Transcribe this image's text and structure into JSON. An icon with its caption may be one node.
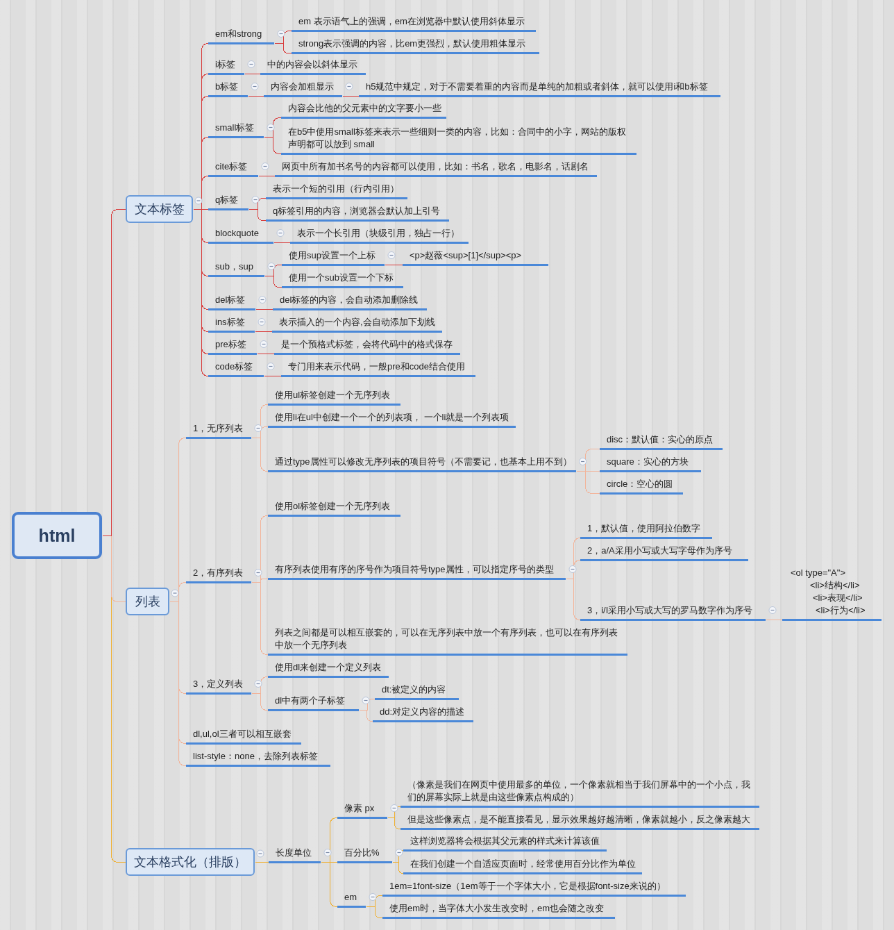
{
  "diagram": {
    "nodes": [
      {
        "text": [
          "html"
        ]
      },
      {
        "text": [
          "文本标签"
        ]
      },
      {
        "text": [
          "em和strong"
        ]
      },
      {
        "text": [
          "em 表示语气上的强调，em在浏览器中默认使用斜体显示"
        ]
      },
      {
        "text": [
          "strong表示强调的内容，比em更强烈，默认使用粗体显示"
        ]
      },
      {
        "text": [
          "i标签"
        ]
      },
      {
        "text": [
          "中的内容会以斜体显示"
        ]
      },
      {
        "text": [
          "b标签"
        ]
      },
      {
        "text": [
          "内容会加粗显示"
        ]
      },
      {
        "text": [
          "h5规范中规定，对于不需要着重的内容而是单纯的加粗或者斜体，就可以使用i和b标签"
        ]
      },
      {
        "text": [
          "small标签"
        ]
      },
      {
        "text": [
          "内容会比他的父元素中的文字要小一些"
        ]
      },
      {
        "text": [
          "在b5中使用small标签来表示一些细则一类的内容，比如：合同中的小字，网站的版权声明都可以放到 small"
        ]
      },
      {
        "text": [
          "cite标签"
        ]
      },
      {
        "text": [
          "网页中所有加书名号的内容都可以使用，比如：书名，歌名，电影名，话剧名"
        ]
      },
      {
        "text": [
          "q标签"
        ]
      },
      {
        "text": [
          "表示一个短的引用（行内引用）"
        ]
      },
      {
        "text": [
          "q标签引用的内容，浏览器会默认加上引号"
        ]
      },
      {
        "text": [
          "blockquote"
        ]
      },
      {
        "text": [
          "表示一个长引用（块级引用，独占一行）"
        ]
      },
      {
        "text": [
          "sub，sup"
        ]
      },
      {
        "text": [
          "使用sup设置一个上标"
        ]
      },
      {
        "text": [
          "<p>赵薇<sup>[1]</sup><p>"
        ]
      },
      {
        "text": [
          "使用一个sub设置一个下标"
        ]
      },
      {
        "text": [
          "del标签"
        ]
      },
      {
        "text": [
          "del标签的内容，会自动添加删除线"
        ]
      },
      {
        "text": [
          "ins标签"
        ]
      },
      {
        "text": [
          "表示插入的一个内容,会自动添加下划线"
        ]
      },
      {
        "text": [
          "pre标签"
        ]
      },
      {
        "text": [
          "是一个预格式标签，会将代码中的格式保存"
        ]
      },
      {
        "text": [
          "code标签"
        ]
      },
      {
        "text": [
          "专门用来表示代码，一般pre和code结合使用"
        ]
      },
      {
        "text": [
          "列表"
        ]
      },
      {
        "text": [
          "1，无序列表"
        ]
      },
      {
        "text": [
          "使用ul标签创建一个无序列表"
        ]
      },
      {
        "text": [
          "使用li在ul中创建一个一个的列表项，  一个li就是一个列表项"
        ]
      },
      {
        "text": [
          "通过type属性可以修改无序列表的项目符号（不需要记，也基本上用不到）"
        ]
      },
      {
        "text": [
          "disc：默认值：实心的原点"
        ]
      },
      {
        "text": [
          "square：实心的方块"
        ]
      },
      {
        "text": [
          "circle：空心的圆"
        ]
      },
      {
        "text": [
          "2，有序列表"
        ]
      },
      {
        "text": [
          "使用ol标签创建一个无序列表"
        ]
      },
      {
        "text": [
          "有序列表使用有序的序号作为项目符号type属性，可以指定序号的类型"
        ]
      },
      {
        "text": [
          "1，默认值，使用阿拉伯数字"
        ]
      },
      {
        "text": [
          "2，a/A采用小写或大写字母作为序号"
        ]
      },
      {
        "text": [
          "3，i/I采用小写或大写的罗马数字作为序号"
        ]
      },
      {
        "text": [
          "<ol type=\"A\">",
          "<li>结构</li>",
          "<li>表现</li>",
          "<li>行为</li>"
        ]
      },
      {
        "text": [
          "列表之间都是可以相互嵌套的，可以在无序列表中放一个有序列表，也可以在有序列表中放一个无序列表"
        ]
      },
      {
        "text": [
          "3，定义列表"
        ]
      },
      {
        "text": [
          "使用dl来创建一个定义列表"
        ]
      },
      {
        "text": [
          "dl中有两个子标签"
        ]
      },
      {
        "text": [
          "dt:被定义的内容"
        ]
      },
      {
        "text": [
          "dd:对定义内容的描述"
        ]
      },
      {
        "text": [
          "dl,ul,ol三者可以相互嵌套"
        ]
      },
      {
        "text": [
          "list-style：none，去除列表标签"
        ]
      },
      {
        "text": [
          "文本格式化（排版）"
        ]
      },
      {
        "text": [
          "长度单位"
        ]
      },
      {
        "text": [
          "像素 px"
        ]
      },
      {
        "text": [
          "（像素是我们在网页中使用最多的单位，一个像素就相当于我们屏幕中的一个小点，我们的屏幕实际上就是由这些像素点构成的）"
        ]
      },
      {
        "text": [
          "但是这些像素点，是不能直接看见，显示效果越好越清晰，像素就越小，反之像素越大"
        ]
      },
      {
        "text": [
          "百分比%"
        ]
      },
      {
        "text": [
          "这样浏览器将会根据其父元素的样式来计算该值"
        ]
      },
      {
        "text": [
          "在我们创建一个自适应页面时，经常使用百分比作为单位"
        ]
      },
      {
        "text": [
          "em"
        ]
      },
      {
        "text": [
          "1em=1font-size（1em等于一个字体大小，它是根据font-size来说的）"
        ]
      },
      {
        "text": [
          "使用em时，当字体大小发生改变时，em也会随之改变"
        ]
      }
    ],
    "edges": [
      {
        "from": 0,
        "to": 1,
        "arrow": "none"
      },
      {
        "from": 0,
        "to": 32,
        "arrow": "none",
        "color": "#f2b49a"
      },
      {
        "from": 0,
        "to": 55,
        "arrow": "none",
        "color": "#f0b030"
      },
      {
        "from": 1,
        "to": 2,
        "arrow": "none"
      },
      {
        "from": 1,
        "to": 5,
        "arrow": "none"
      },
      {
        "from": 1,
        "to": 7,
        "arrow": "none"
      },
      {
        "from": 1,
        "to": 10,
        "arrow": "none"
      },
      {
        "from": 1,
        "to": 13,
        "arrow": "none"
      },
      {
        "from": 1,
        "to": 15,
        "arrow": "none"
      },
      {
        "from": 1,
        "to": 18,
        "arrow": "none"
      },
      {
        "from": 1,
        "to": 20,
        "arrow": "none"
      },
      {
        "from": 1,
        "to": 24,
        "arrow": "none"
      },
      {
        "from": 1,
        "to": 26,
        "arrow": "none"
      },
      {
        "from": 1,
        "to": 28,
        "arrow": "none"
      },
      {
        "from": 1,
        "to": 30,
        "arrow": "none"
      },
      {
        "from": 2,
        "to": 3,
        "arrow": "none"
      },
      {
        "from": 2,
        "to": 4,
        "arrow": "none"
      },
      {
        "from": 5,
        "to": 6,
        "arrow": "none"
      },
      {
        "from": 7,
        "to": 8,
        "arrow": "none"
      },
      {
        "from": 8,
        "to": 9,
        "arrow": "none"
      },
      {
        "from": 10,
        "to": 11,
        "arrow": "none"
      },
      {
        "from": 10,
        "to": 12,
        "arrow": "none"
      },
      {
        "from": 13,
        "to": 14,
        "arrow": "none"
      },
      {
        "from": 15,
        "to": 16,
        "arrow": "none"
      },
      {
        "from": 15,
        "to": 17,
        "arrow": "none"
      },
      {
        "from": 18,
        "to": 19,
        "arrow": "none"
      },
      {
        "from": 20,
        "to": 21,
        "arrow": "none"
      },
      {
        "from": 21,
        "to": 22,
        "arrow": "none"
      },
      {
        "from": 20,
        "to": 23,
        "arrow": "none"
      },
      {
        "from": 24,
        "to": 25,
        "arrow": "none"
      },
      {
        "from": 26,
        "to": 27,
        "arrow": "none"
      },
      {
        "from": 28,
        "to": 29,
        "arrow": "none"
      },
      {
        "from": 30,
        "to": 31,
        "arrow": "none"
      },
      {
        "from": 32,
        "to": 33,
        "arrow": "none",
        "color": "#f2b49a"
      },
      {
        "from": 33,
        "to": 34,
        "arrow": "none",
        "color": "#f2b49a"
      },
      {
        "from": 33,
        "to": 35,
        "arrow": "none",
        "color": "#f2b49a"
      },
      {
        "from": 33,
        "to": 36,
        "arrow": "none",
        "color": "#f2b49a"
      },
      {
        "from": 36,
        "to": 37,
        "arrow": "none",
        "color": "#f2b49a"
      },
      {
        "from": 36,
        "to": 38,
        "arrow": "none",
        "color": "#f2b49a"
      },
      {
        "from": 36,
        "to": 39,
        "arrow": "none",
        "color": "#f2b49a"
      },
      {
        "from": 32,
        "to": 40,
        "arrow": "none",
        "color": "#f2b49a"
      },
      {
        "from": 40,
        "to": 41,
        "arrow": "none",
        "color": "#f2b49a"
      },
      {
        "from": 40,
        "to": 42,
        "arrow": "none",
        "color": "#f2b49a"
      },
      {
        "from": 42,
        "to": 43,
        "arrow": "none",
        "color": "#f2b49a"
      },
      {
        "from": 42,
        "to": 44,
        "arrow": "none",
        "color": "#f2b49a"
      },
      {
        "from": 42,
        "to": 45,
        "arrow": "none",
        "color": "#f2b49a"
      },
      {
        "from": 45,
        "to": 46,
        "arrow": "none",
        "color": "#f2b49a"
      },
      {
        "from": 40,
        "to": 47,
        "arrow": "none",
        "color": "#f2b49a"
      },
      {
        "from": 32,
        "to": 48,
        "arrow": "none",
        "color": "#f2b49a"
      },
      {
        "from": 48,
        "to": 49,
        "arrow": "none",
        "color": "#f2b49a"
      },
      {
        "from": 48,
        "to": 50,
        "arrow": "none",
        "color": "#f2b49a"
      },
      {
        "from": 50,
        "to": 51,
        "arrow": "none",
        "color": "#f2b49a"
      },
      {
        "from": 50,
        "to": 52,
        "arrow": "none",
        "color": "#f2b49a"
      },
      {
        "from": 32,
        "to": 53,
        "arrow": "none",
        "color": "#f2b49a"
      },
      {
        "from": 32,
        "to": 54,
        "arrow": "none",
        "color": "#f2b49a"
      },
      {
        "from": 55,
        "to": 56,
        "arrow": "none",
        "color": "#f0b030"
      },
      {
        "from": 56,
        "to": 57,
        "arrow": "none",
        "color": "#f0b030"
      },
      {
        "from": 57,
        "to": 58,
        "arrow": "none",
        "color": "#f0b030"
      },
      {
        "from": 57,
        "to": 59,
        "arrow": "none",
        "color": "#f0b030"
      },
      {
        "from": 56,
        "to": 60,
        "arrow": "none",
        "color": "#f0b030"
      },
      {
        "from": 60,
        "to": 61,
        "arrow": "none",
        "color": "#f0b030"
      },
      {
        "from": 60,
        "to": 62,
        "arrow": "none",
        "color": "#f0b030"
      },
      {
        "from": 56,
        "to": 63,
        "arrow": "none",
        "color": "#f0b030"
      },
      {
        "from": 63,
        "to": 64,
        "arrow": "none",
        "color": "#f0b030"
      },
      {
        "from": 63,
        "to": 65,
        "arrow": "none",
        "color": "#f0b030"
      }
    ]
  }
}
